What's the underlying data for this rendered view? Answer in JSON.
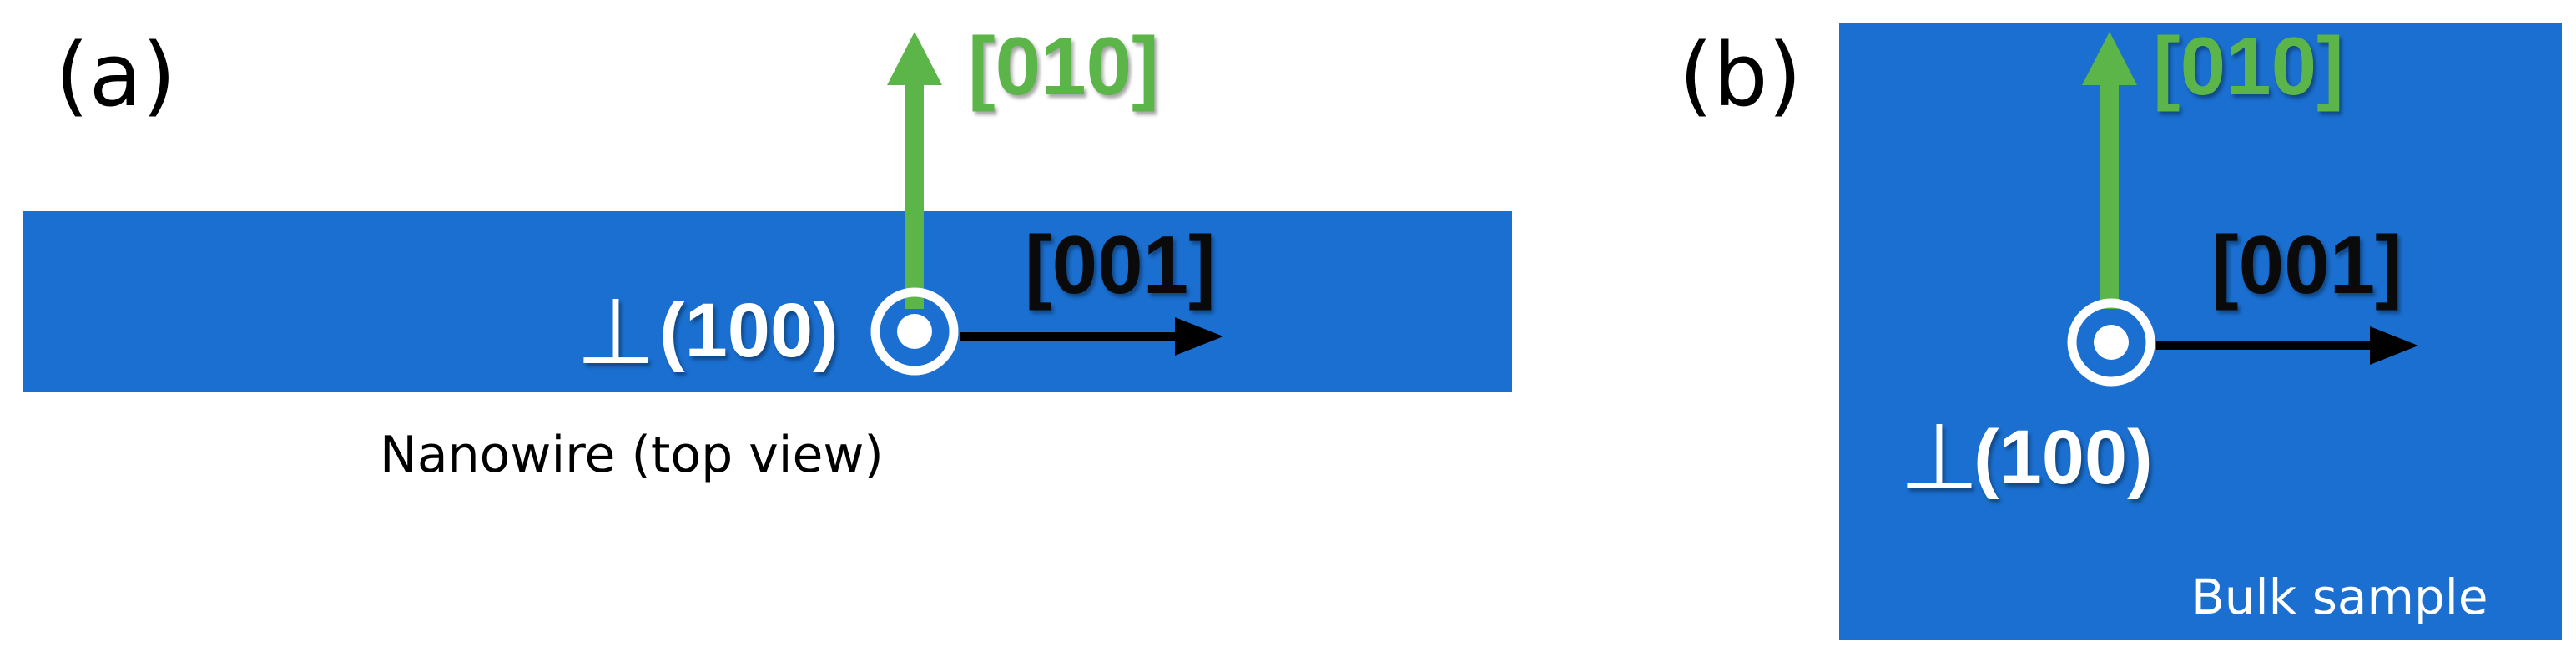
{
  "panel_a": {
    "label": "(a)",
    "caption": "Nanowire (top view)",
    "y_axis_label": "[010]",
    "x_axis_label": "[001]",
    "perp_symbol": "⊥",
    "plane_label": "(100)"
  },
  "panel_b": {
    "label": "(b)",
    "caption": "Bulk sample",
    "y_axis_label": "[010]",
    "x_axis_label": "[001]",
    "perp_symbol": "⊥",
    "plane_label": "(100)"
  },
  "colors": {
    "sample_blue": "#1a6fd0",
    "axis_green": "#5bb548",
    "axis_black": "#000000",
    "out_of_plane_white": "#ffffff"
  }
}
